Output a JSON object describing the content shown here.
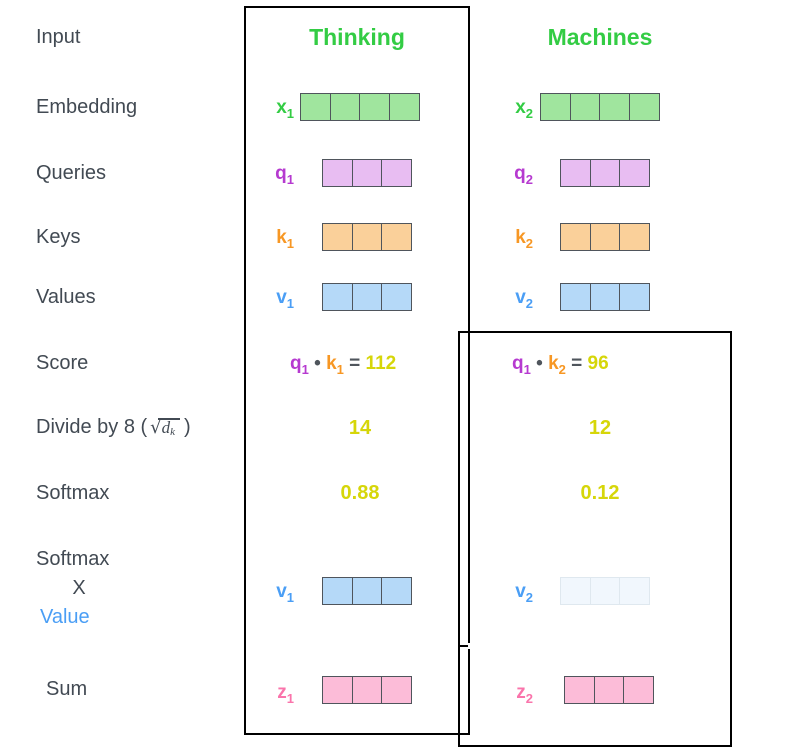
{
  "diagram": {
    "title_hidden": "Self-Attention Calculation",
    "colors": {
      "green": "#33cc44",
      "purple": "#b63ad0",
      "orange": "#f79724",
      "blue": "#4a9ef5",
      "pink": "#fa74ab",
      "yellow": "#d6d609",
      "label_gray": "#424a53",
      "cell_border": "#4f555c",
      "frame": "#000000",
      "green_fill": "#a0e59e",
      "purple_fill": "#e8bdf2",
      "orange_fill": "#fad09a",
      "blue_fill": "#b5d9f8",
      "pink_fill": "#fcbcd8",
      "faded_fill": "#f1f7fd"
    }
  },
  "row_labels": {
    "input": "Input",
    "embedding": "Embedding",
    "queries": "Queries",
    "keys": "Keys",
    "values": "Values",
    "score": "Score",
    "divide_prefix": "Divide by 8 (",
    "divide_sqrt_symbol": "√",
    "divide_radicand": "d",
    "divide_radicand_sub": "k",
    "divide_suffix": ")",
    "softmax": "Softmax",
    "softmax_times_value_line1": "Softmax",
    "softmax_times_value_line2": "X",
    "softmax_times_value_line3": "Value",
    "sum": "Sum"
  },
  "columns": [
    {
      "title": "Thinking"
    },
    {
      "title": "Machines"
    }
  ],
  "vectors": {
    "embedding": [
      {
        "symbol": "x",
        "subscript": "1",
        "cells": 4,
        "fill": "green"
      },
      {
        "symbol": "x",
        "subscript": "2",
        "cells": 4,
        "fill": "green"
      }
    ],
    "queries": [
      {
        "symbol": "q",
        "subscript": "1",
        "cells": 3,
        "fill": "purple"
      },
      {
        "symbol": "q",
        "subscript": "2",
        "cells": 3,
        "fill": "purple"
      }
    ],
    "keys": [
      {
        "symbol": "k",
        "subscript": "1",
        "cells": 3,
        "fill": "orange"
      },
      {
        "symbol": "k",
        "subscript": "2",
        "cells": 3,
        "fill": "orange"
      }
    ],
    "values": [
      {
        "symbol": "v",
        "subscript": "1",
        "cells": 3,
        "fill": "blue"
      },
      {
        "symbol": "v",
        "subscript": "2",
        "cells": 3,
        "fill": "blue"
      }
    ],
    "softmax_times_value": [
      {
        "symbol": "v",
        "subscript": "1",
        "cells": 3,
        "fill": "blue",
        "faded": false
      },
      {
        "symbol": "v",
        "subscript": "2",
        "cells": 3,
        "fill": "blue",
        "faded": true
      }
    ],
    "sum": [
      {
        "symbol": "z",
        "subscript": "1",
        "cells": 3,
        "fill": "pink"
      },
      {
        "symbol": "z",
        "subscript": "2",
        "cells": 3,
        "fill": "pink"
      }
    ]
  },
  "score_row": [
    {
      "query": "q",
      "query_sub": "1",
      "dot": "•",
      "key": "k",
      "key_sub": "1",
      "equals": "=",
      "value": "112"
    },
    {
      "query": "q",
      "query_sub": "1",
      "dot": "•",
      "key": "k",
      "key_sub": "2",
      "equals": "=",
      "value": "96"
    }
  ],
  "divide_row": {
    "values": [
      "14",
      "12"
    ]
  },
  "softmax_row": {
    "values": [
      "0.88",
      "0.12"
    ]
  }
}
